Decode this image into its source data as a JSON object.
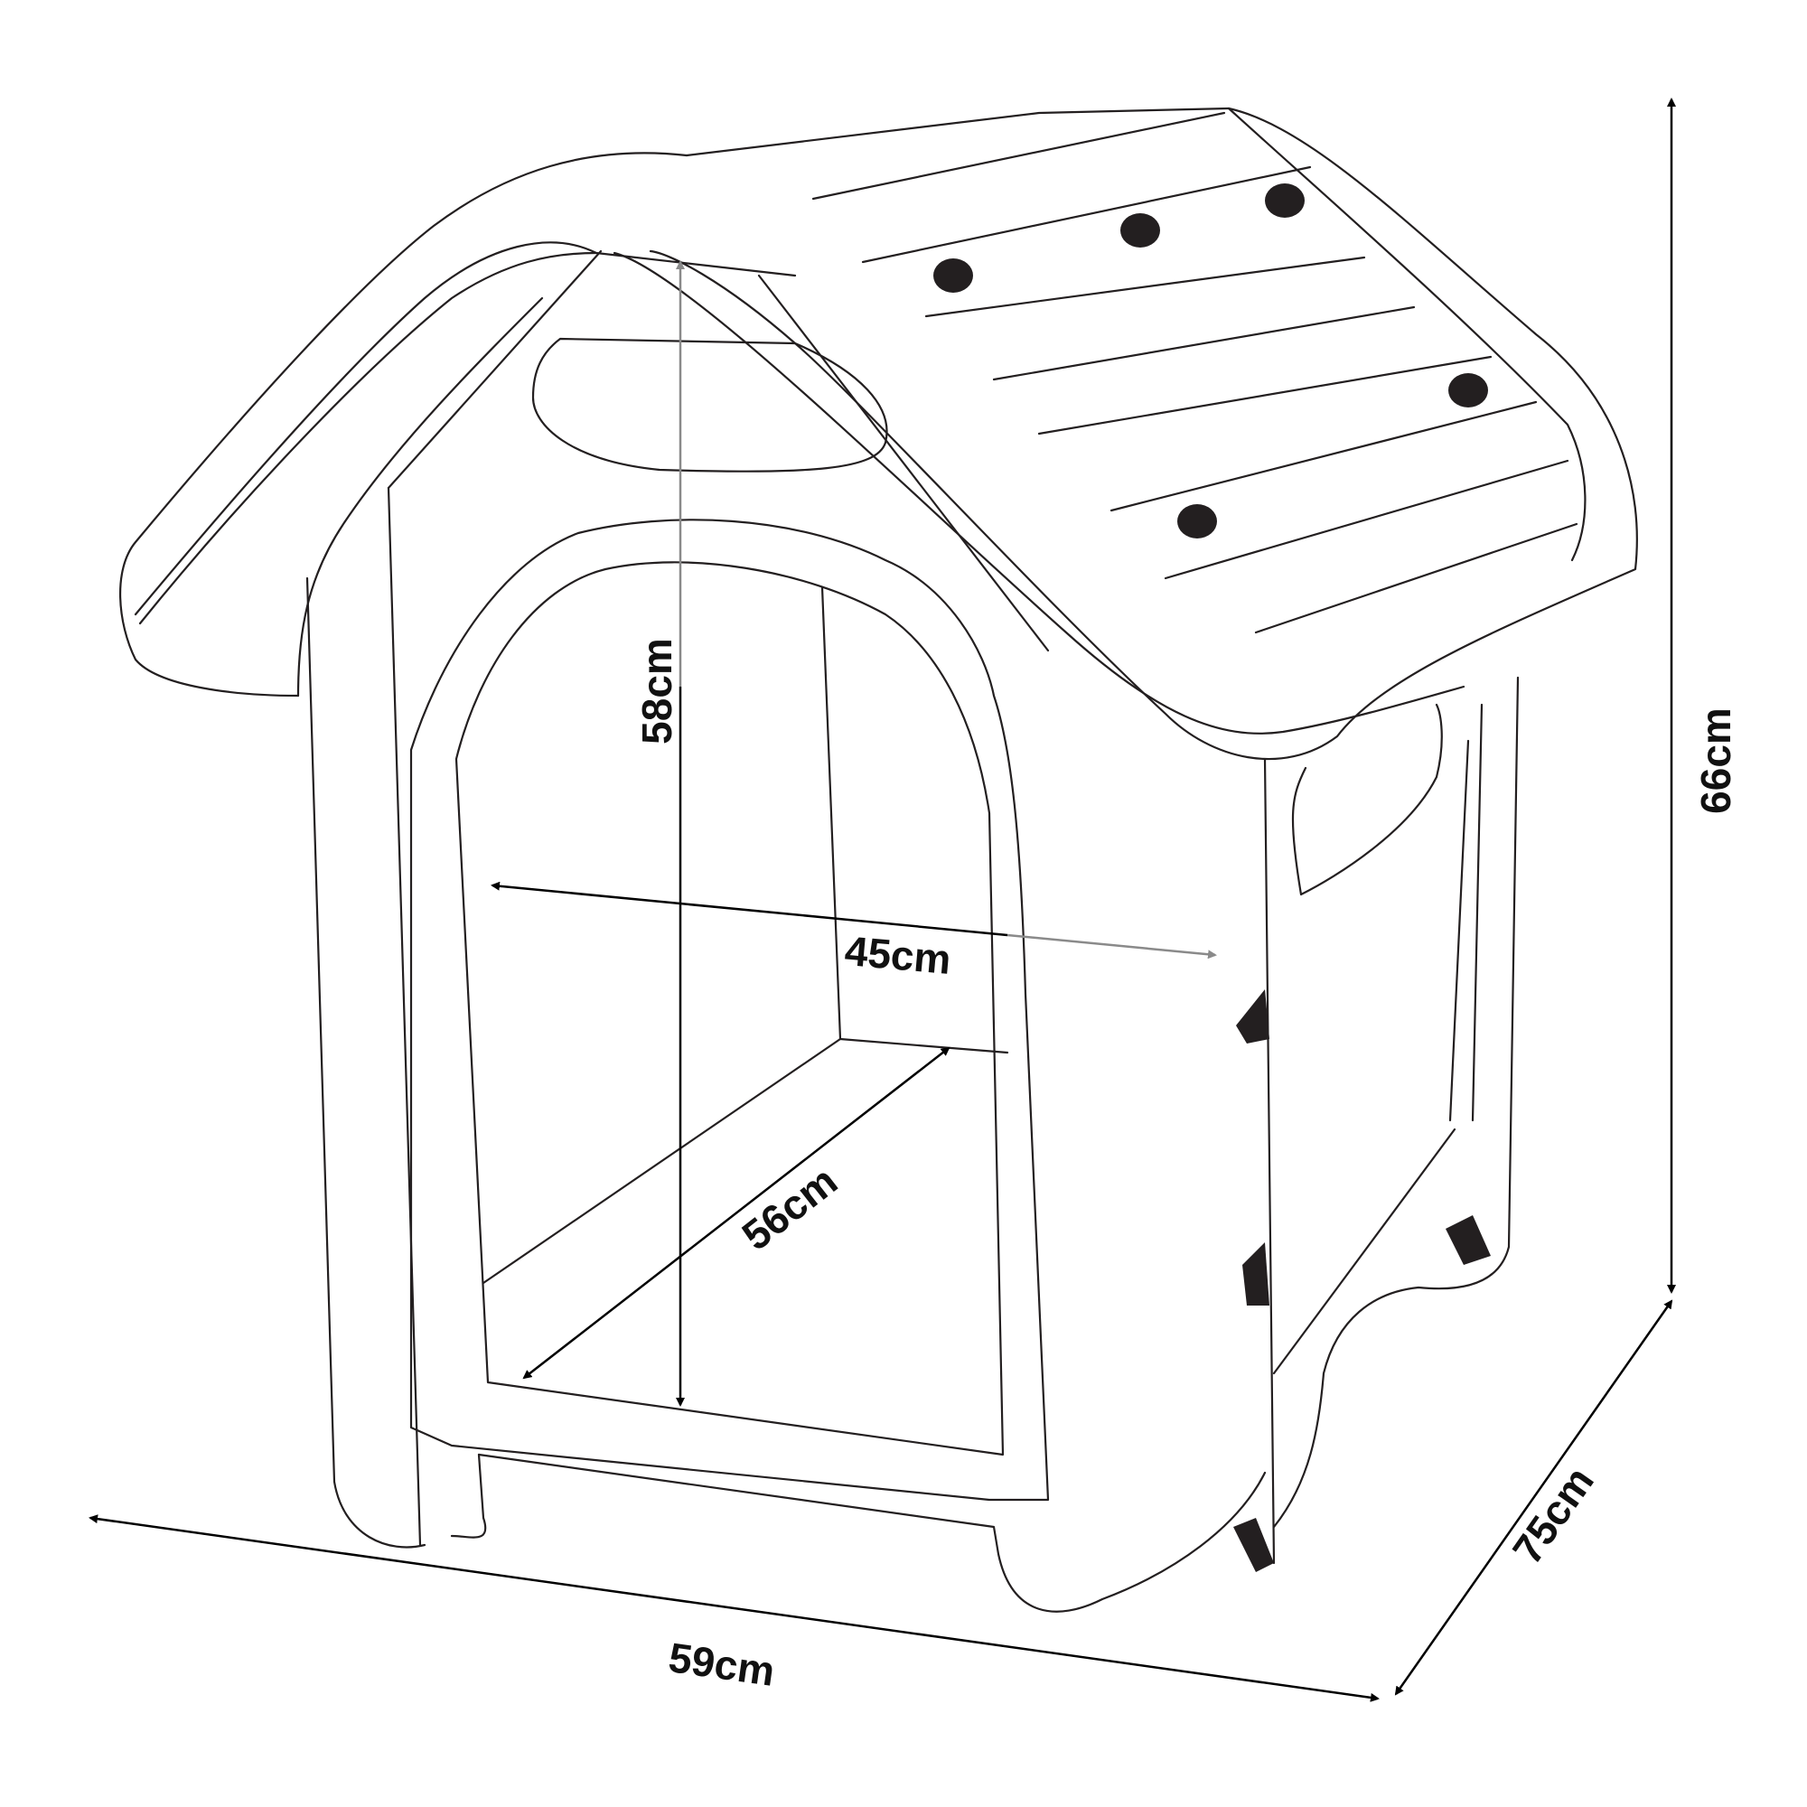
{
  "diagram": {
    "subject": "Plastic dog house line drawing with dimensions",
    "colors": {
      "line": "#231f20",
      "background": "#ffffff",
      "dot": "#231f20",
      "gray_arrow": "#8a8a8a"
    },
    "dimensions": {
      "total_height": {
        "label": "66cm",
        "orientation": "vertical"
      },
      "inner_height": {
        "label": "58cm",
        "orientation": "vertical"
      },
      "inner_width": {
        "label": "45cm",
        "orientation": "horizontal"
      },
      "inner_depth": {
        "label": "56cm",
        "orientation": "diagonal"
      },
      "total_width": {
        "label": "59cm",
        "orientation": "horizontal"
      },
      "total_depth": {
        "label": "75cm",
        "orientation": "diagonal"
      }
    }
  }
}
